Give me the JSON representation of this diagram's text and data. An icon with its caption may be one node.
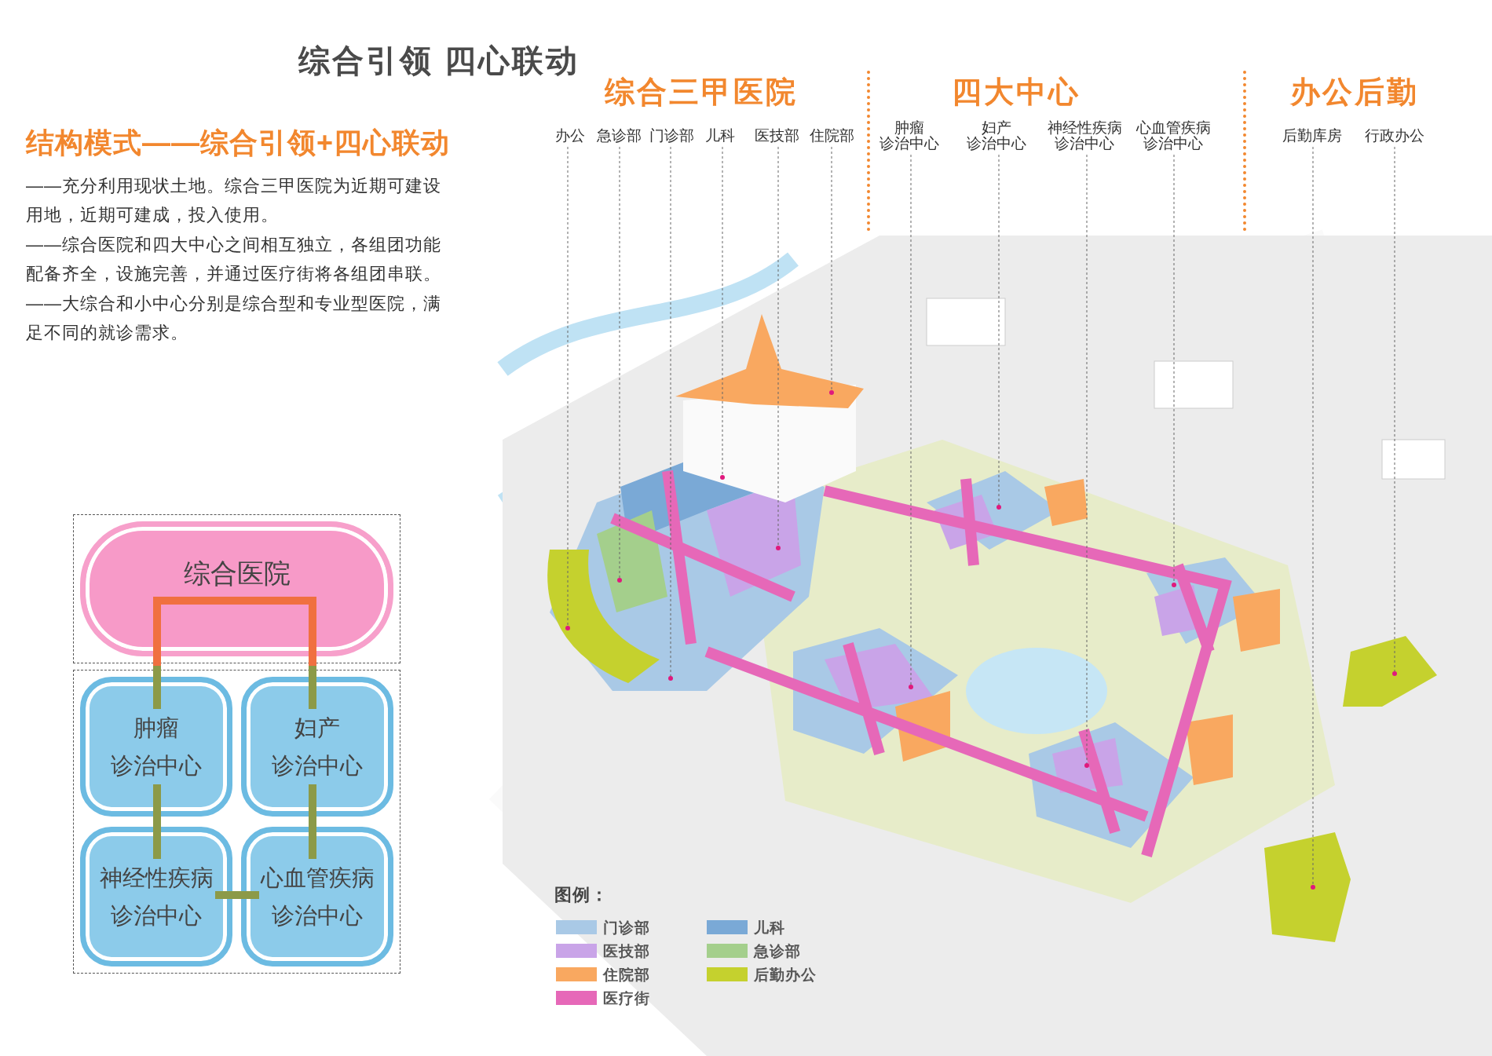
{
  "diagram": {
    "title": "综合引领 四心联动",
    "nodes": [
      {
        "text": [
          "办公"
        ]
      },
      {
        "text": [
          "急诊部"
        ]
      },
      {
        "text": [
          "门诊部"
        ]
      },
      {
        "text": [
          "儿科"
        ]
      },
      {
        "text": [
          "医技部"
        ]
      },
      {
        "text": [
          "住院部"
        ]
      },
      {
        "text": [
          "肿瘤诊治中心"
        ]
      },
      {
        "text": [
          "妇产诊治中心"
        ]
      },
      {
        "text": [
          "神经性疾病诊治中心"
        ]
      },
      {
        "text": [
          "心血管疾病诊治中心"
        ]
      },
      {
        "text": [
          "后勤库房"
        ]
      },
      {
        "text": [
          "行政办公"
        ]
      },
      {
        "text": [],
        "shape": "box"
      },
      {
        "text": [
          "综合医院"
        ],
        "in": 12
      },
      {
        "text": [],
        "shape": "box"
      },
      {
        "text": [
          "肿瘤诊治中心"
        ],
        "in": 14
      },
      {
        "text": [
          "妇产诊治中心"
        ],
        "in": 14
      },
      {
        "text": [
          "神经性疾病诊治中心"
        ],
        "in": 14
      },
      {
        "text": [
          "心血管疾病诊治中心"
        ],
        "in": 14
      }
    ],
    "edges": [
      {
        "from": 0,
        "to": null,
        "arrow": "other"
      },
      {
        "from": 1,
        "to": null,
        "arrow": "other"
      },
      {
        "from": 2,
        "to": null,
        "arrow": "other"
      },
      {
        "from": 3,
        "to": null,
        "arrow": "other"
      },
      {
        "from": 4,
        "to": null,
        "arrow": "other"
      },
      {
        "from": 5,
        "to": null,
        "arrow": "other"
      },
      {
        "from": 6,
        "to": null,
        "arrow": "other"
      },
      {
        "from": 7,
        "to": null,
        "arrow": "other"
      },
      {
        "from": 8,
        "to": null,
        "arrow": "other"
      },
      {
        "from": 9,
        "to": null,
        "arrow": "other"
      },
      {
        "from": 10,
        "to": null,
        "arrow": "other"
      },
      {
        "from": 11,
        "to": null,
        "arrow": "other"
      }
    ],
    "labels": [
      "综合三甲医院",
      "四大中心",
      "办公后勤",
      "结构模式——综合引领+四心联动",
      "——充分利用现状土地。综合三甲医院为近期可建设用地，近期可建成，投入使用。",
      "——综合医院和四大中心之间相互独立，各组团功能配备齐全，设施完善，并通过医疗街将各组团串联。",
      "——大综合和小中心分别是综合型和专业型医院，满足不同的就诊需求。",
      "图例："
    ],
    "legend": [
      {
        "text": "门诊部",
        "color": "#a9c9e6"
      },
      {
        "text": "儿科",
        "color": "#7aa9d6"
      },
      {
        "text": "医技部",
        "color": "#c9a4e8"
      },
      {
        "text": "急诊部",
        "color": "#a4cf8c"
      },
      {
        "text": "住院部",
        "color": "#f9a860"
      },
      {
        "text": "后勤办公",
        "color": "#c5d12e"
      },
      {
        "text": "医疗街",
        "color": "#e668b8"
      }
    ]
  }
}
